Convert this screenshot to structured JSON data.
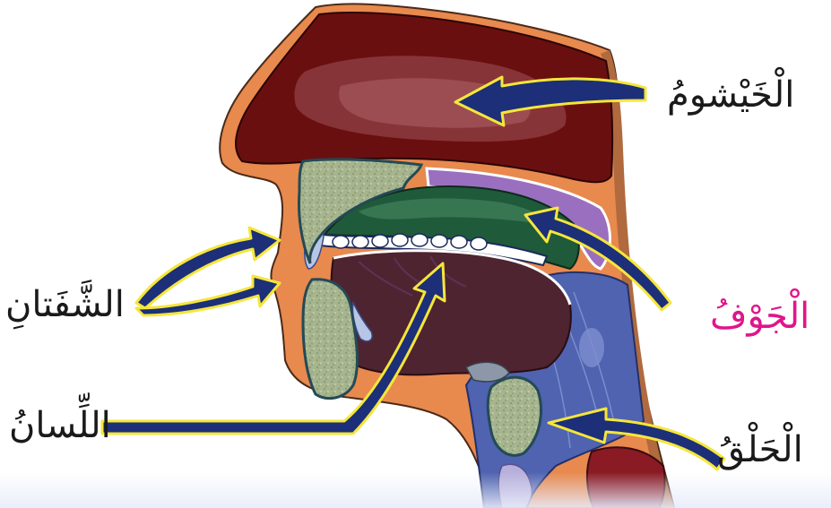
{
  "labels": {
    "khayshum": "الْخَيْشومُ",
    "shafatan": "الشَّفَتانِ",
    "jawf": "الْجَوْفُ",
    "lisan": "اللِّسانُ",
    "halq": "الْحَلْقُ"
  },
  "colors": {
    "label_text": "#1a1a1a",
    "jawf_text": "#e0158a",
    "skin": "#e8894e",
    "nasal_cavity": "#6a0f10",
    "tongue": "#4e2430",
    "arrow_fill": "#1c2f78",
    "arrow_outline": "#f5e63a"
  },
  "icons": [
    "arrow-to-nasal-cavity",
    "arrow-to-upper-lip",
    "arrow-to-lower-lip",
    "arrow-to-oral-cavity",
    "arrow-to-tongue",
    "arrow-to-throat"
  ]
}
